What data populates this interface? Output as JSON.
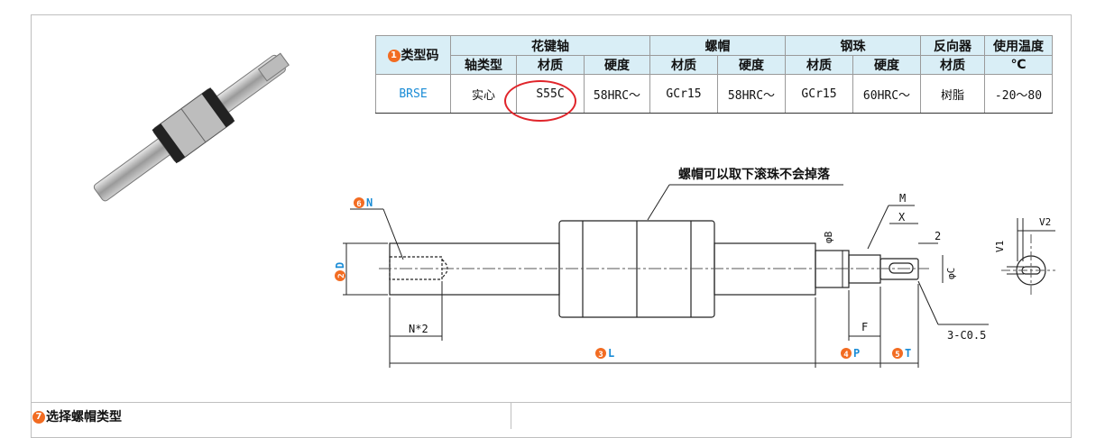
{
  "table": {
    "type_code_label": "类型码",
    "groups": [
      "花键轴",
      "螺帽",
      "钢珠",
      "反向器",
      "使用温度"
    ],
    "subheaders": [
      "轴类型",
      "材质",
      "硬度",
      "材质",
      "硬度",
      "材质",
      "硬度",
      "材质",
      "℃"
    ],
    "row": [
      "BRSE",
      "实心",
      "S55C",
      "58HRC～",
      "GCr15",
      "58HRC～",
      "GCr15",
      "60HRC～",
      "树脂",
      "-20～80"
    ],
    "badge": "1"
  },
  "drawing": {
    "note": "螺帽可以取下滚珠不会掉落",
    "labels": {
      "N": "N",
      "N_badge": "6",
      "D": "D",
      "D_badge": "2",
      "L": "L",
      "L_badge": "3",
      "P": "P",
      "P_badge": "4",
      "T": "T",
      "T_badge": "5",
      "N2": "N*2",
      "M": "M",
      "X": "X",
      "two": "2",
      "phiB": "φB",
      "phiC": "φC",
      "F": "F",
      "chamfer": "3-C0.5",
      "V1": "V1",
      "V2": "V2"
    }
  },
  "bottom": {
    "title": "选择螺帽类型",
    "badge": "7"
  },
  "colors": {
    "accent": "#f26c22",
    "header_bg": "#d9eef6",
    "code_blue": "#1a8cd6",
    "highlight_red": "#e0242a"
  }
}
